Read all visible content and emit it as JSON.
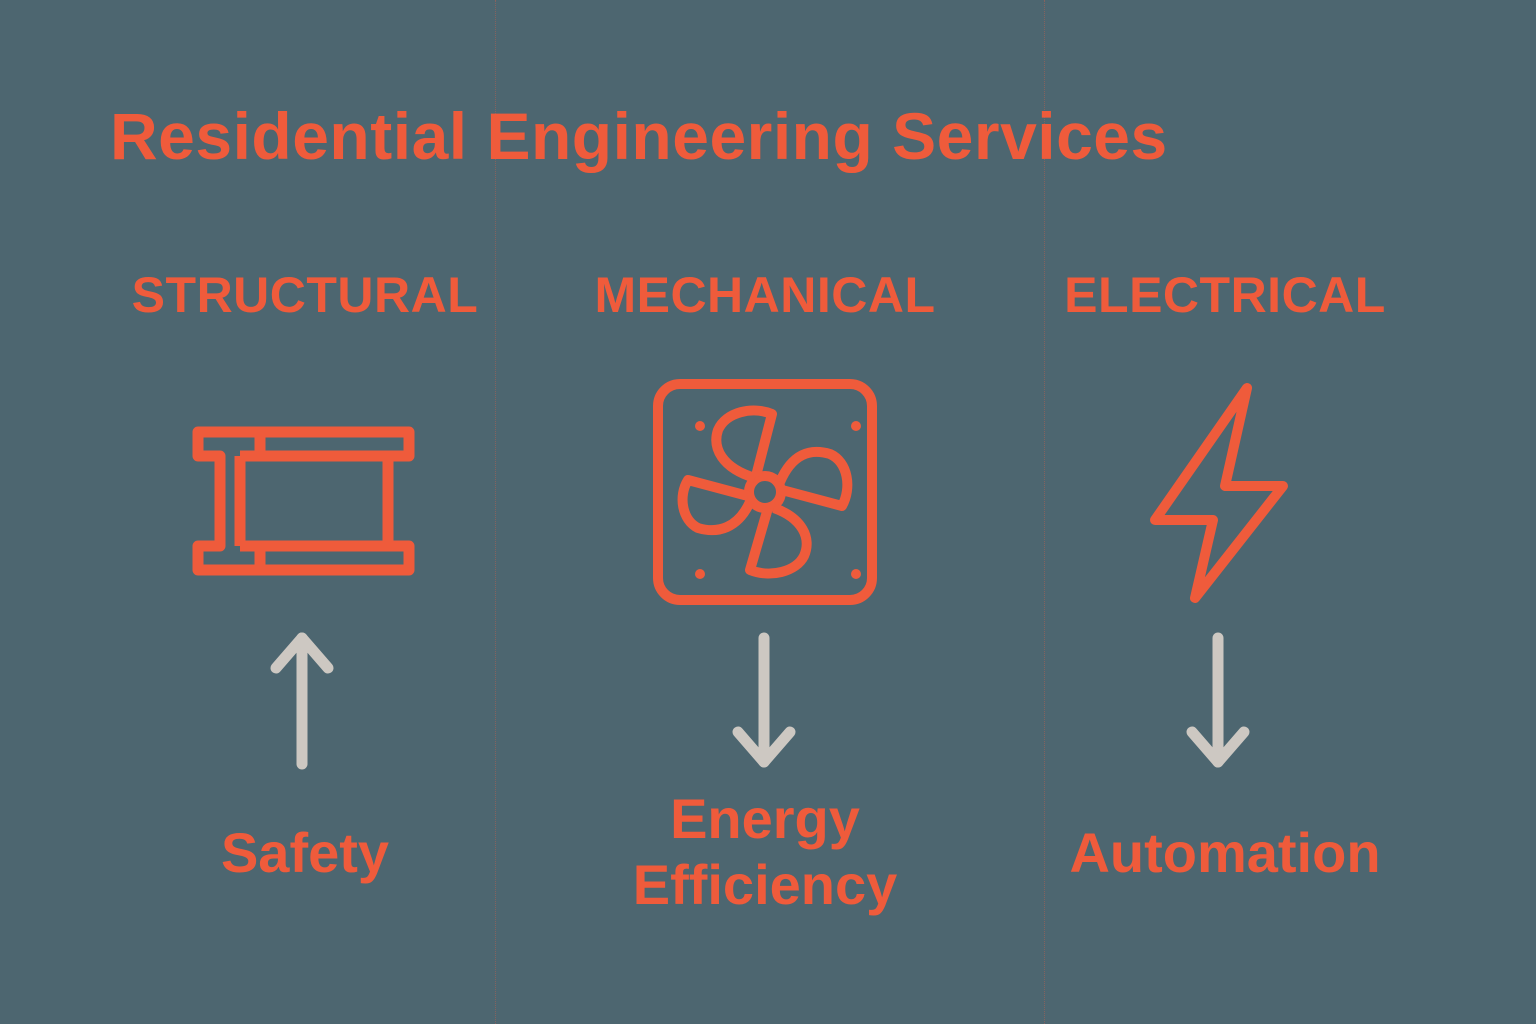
{
  "title": "Residential Engineering Services",
  "colors": {
    "background": "#4d6670",
    "accent": "#ef5b3b",
    "arrow": "#cdc8c2"
  },
  "columns": [
    {
      "heading": "STRUCTURAL",
      "icon": "i-beam-icon",
      "arrow_direction": "up",
      "label_lines": [
        "Safety"
      ]
    },
    {
      "heading": "MECHANICAL",
      "icon": "fan-icon",
      "arrow_direction": "down",
      "label_lines": [
        "Energy",
        "Efficiency"
      ]
    },
    {
      "heading": "ELECTRICAL",
      "icon": "lightning-bolt-icon",
      "arrow_direction": "down",
      "label_lines": [
        "Automation"
      ]
    }
  ]
}
